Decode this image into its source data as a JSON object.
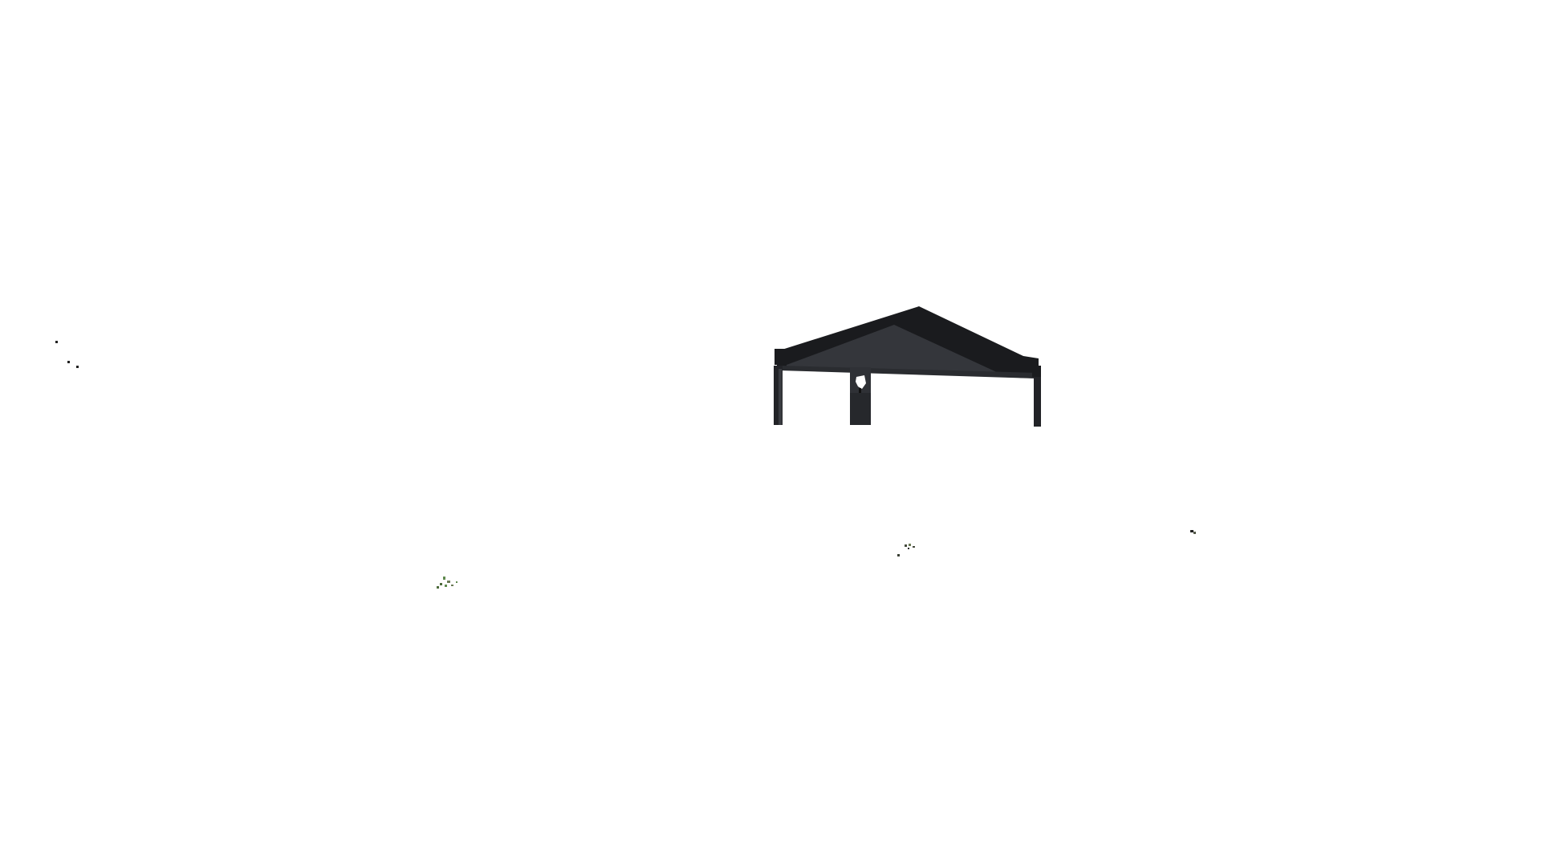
{
  "scene": {
    "background": "#ffffff",
    "colors": {
      "structure_dark": "#1a1b1e",
      "structure_mid": "#2f3136",
      "structure_shade": "#3a3c41",
      "lamp": "#ffffff",
      "speck_dark": "#222222",
      "speck_green": "#5f8a4e",
      "speck_olive": "#6b7a55"
    },
    "objects": [
      {
        "name": "pavilion-structure",
        "kind": "shelter"
      },
      {
        "name": "wall-lamp",
        "kind": "light"
      },
      {
        "name": "distant-debris-left",
        "kind": "debris"
      },
      {
        "name": "grass-tuft-left",
        "kind": "vegetation"
      },
      {
        "name": "grass-tuft-center",
        "kind": "vegetation"
      },
      {
        "name": "debris-right",
        "kind": "debris"
      }
    ]
  }
}
